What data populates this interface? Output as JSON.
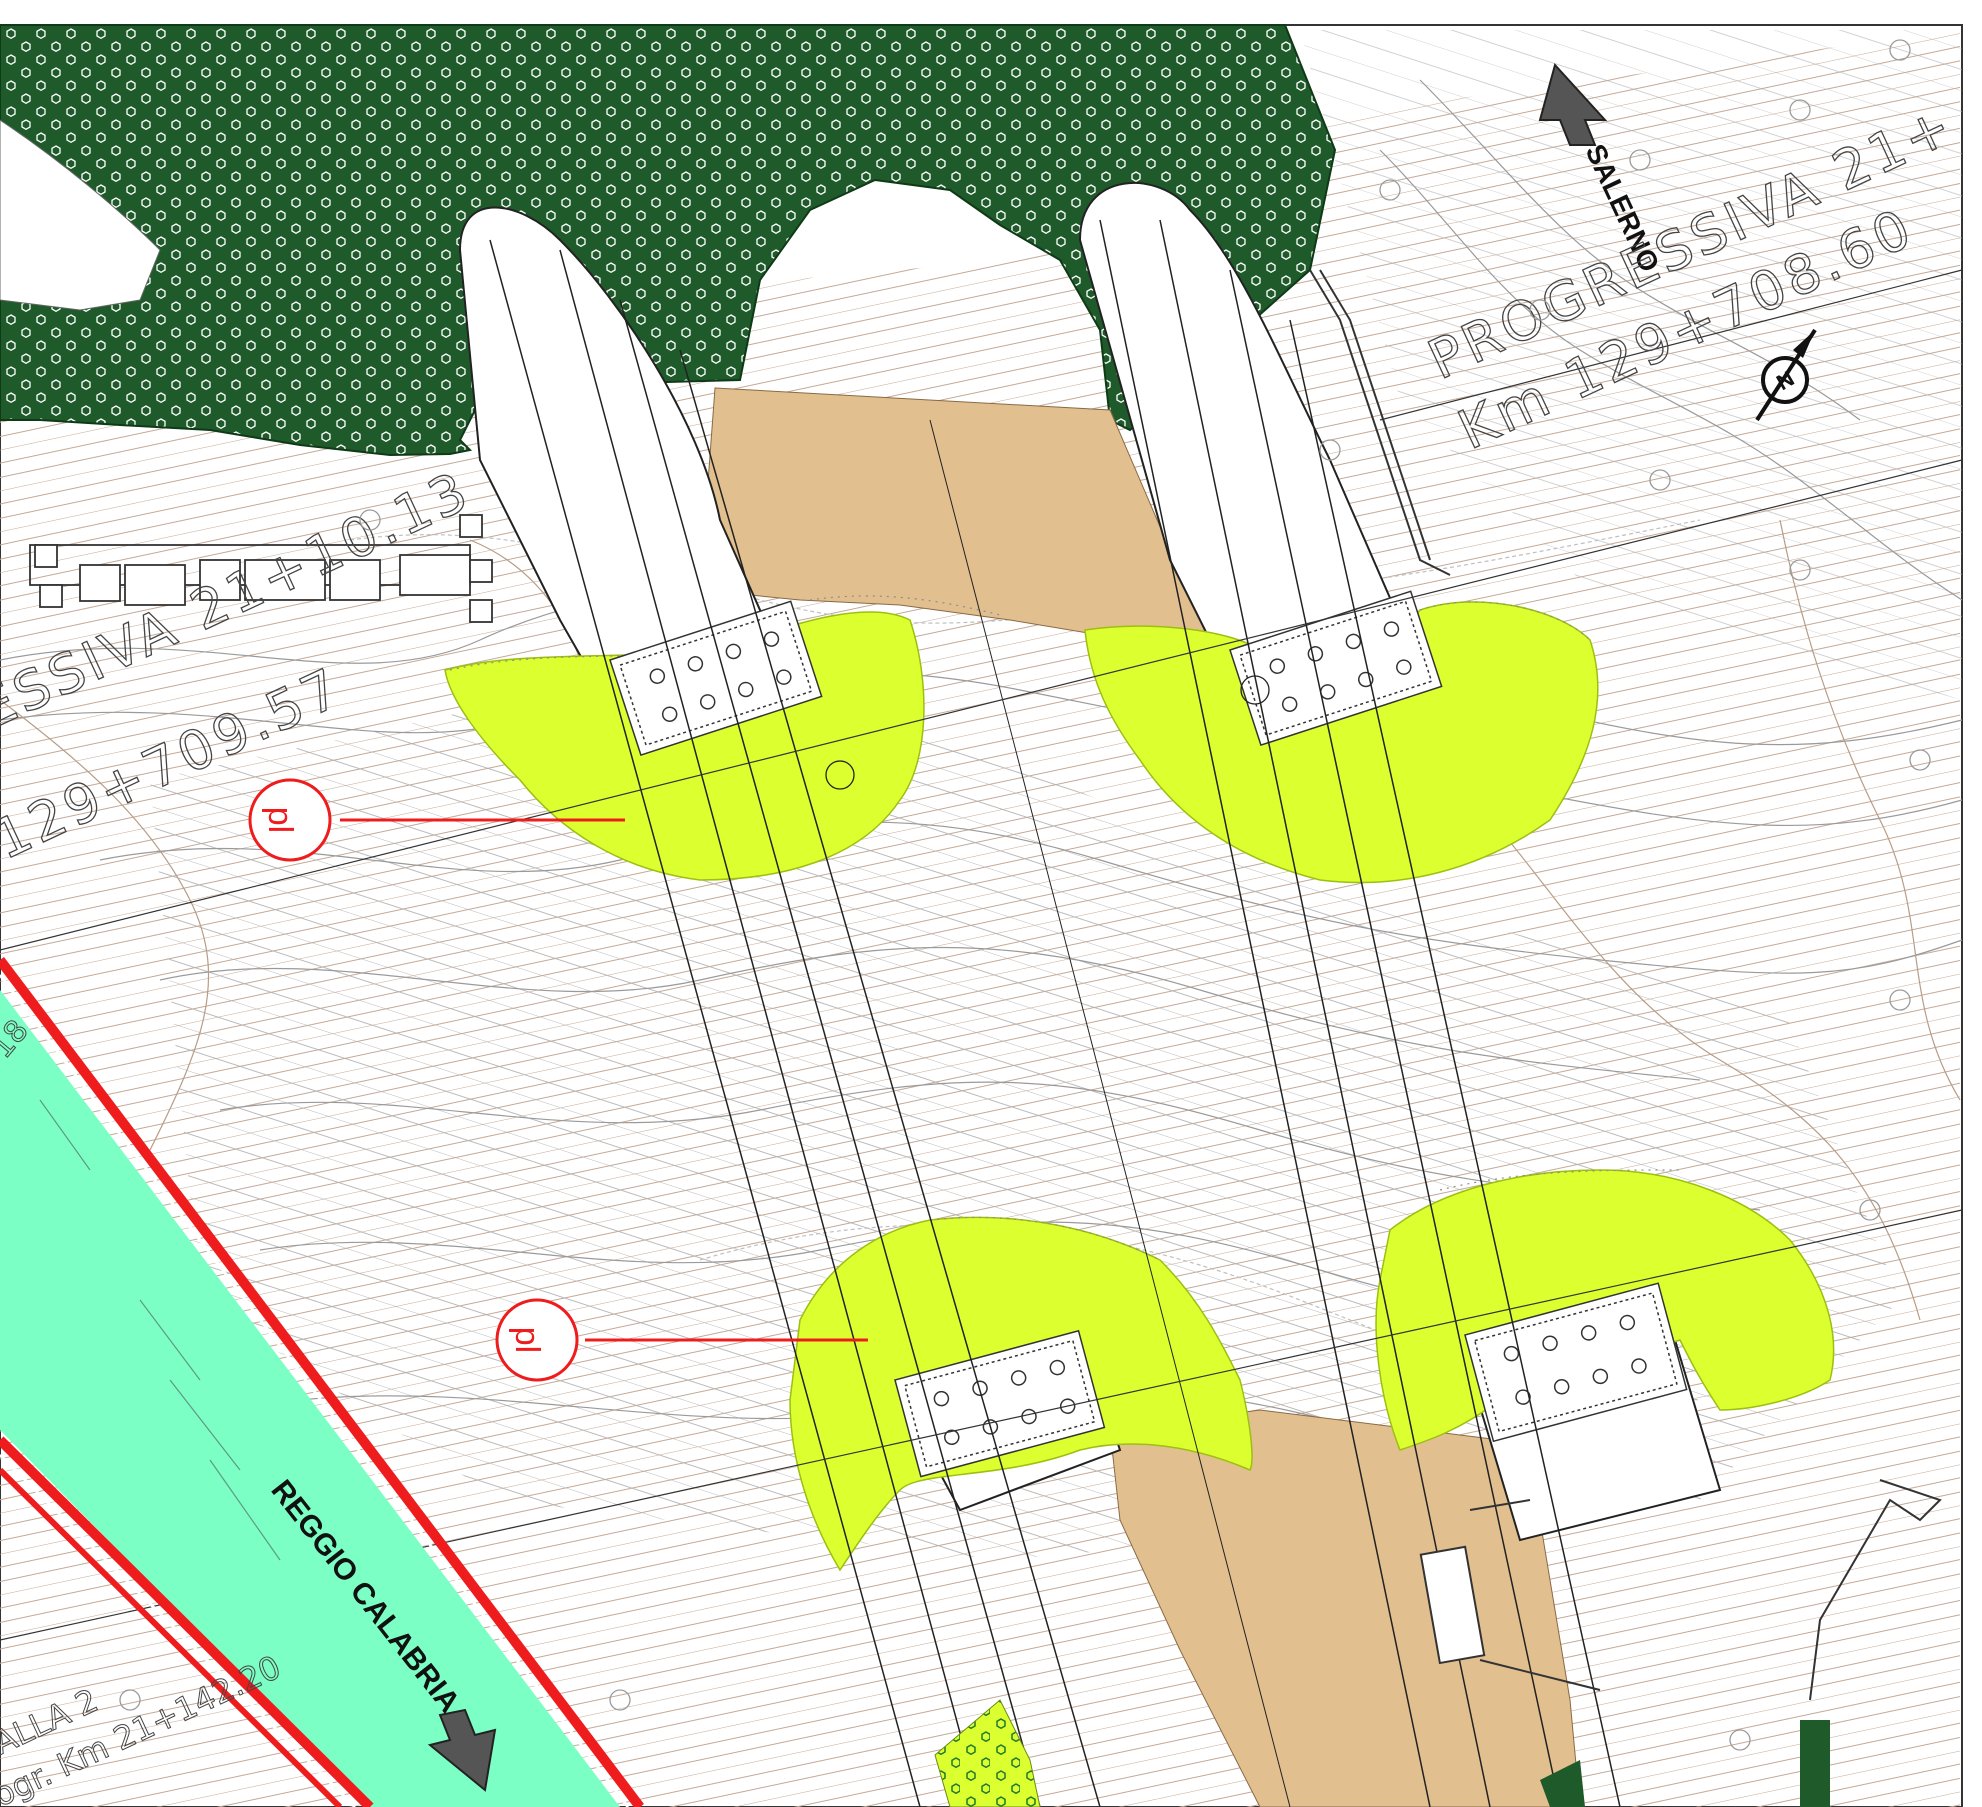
{
  "map": {
    "direction_labels": {
      "north_destination": "SALERNO",
      "south_destination": "REGGIO CALABRIA"
    },
    "chainage_labels": {
      "top_right_line1": "PROGRESSIVA 21+",
      "top_right_line2": "Km 129+708.60",
      "left_line1": "ESSIVA 21+10.13",
      "left_line2": "129+709.57",
      "left_edge_fragment": "18",
      "bottom_left_line1": "ALLA 2",
      "bottom_left_line2": "ogr. Km 21+142.20"
    },
    "callouts": [
      {
        "id": "upper",
        "text": "pl"
      },
      {
        "id": "lower",
        "text": "pl"
      }
    ],
    "compass": {
      "letter": "N"
    },
    "colors": {
      "woodland": "#1f5b2a",
      "earthworks": "#e2bf8e",
      "planting_zone": "#dcff30",
      "carriageway": "#7cffc4",
      "callout_red": "#ee1c1c",
      "contour_brown": "#b89c86",
      "contour_grey": "#9a9a9a",
      "outline": "#222222"
    }
  }
}
